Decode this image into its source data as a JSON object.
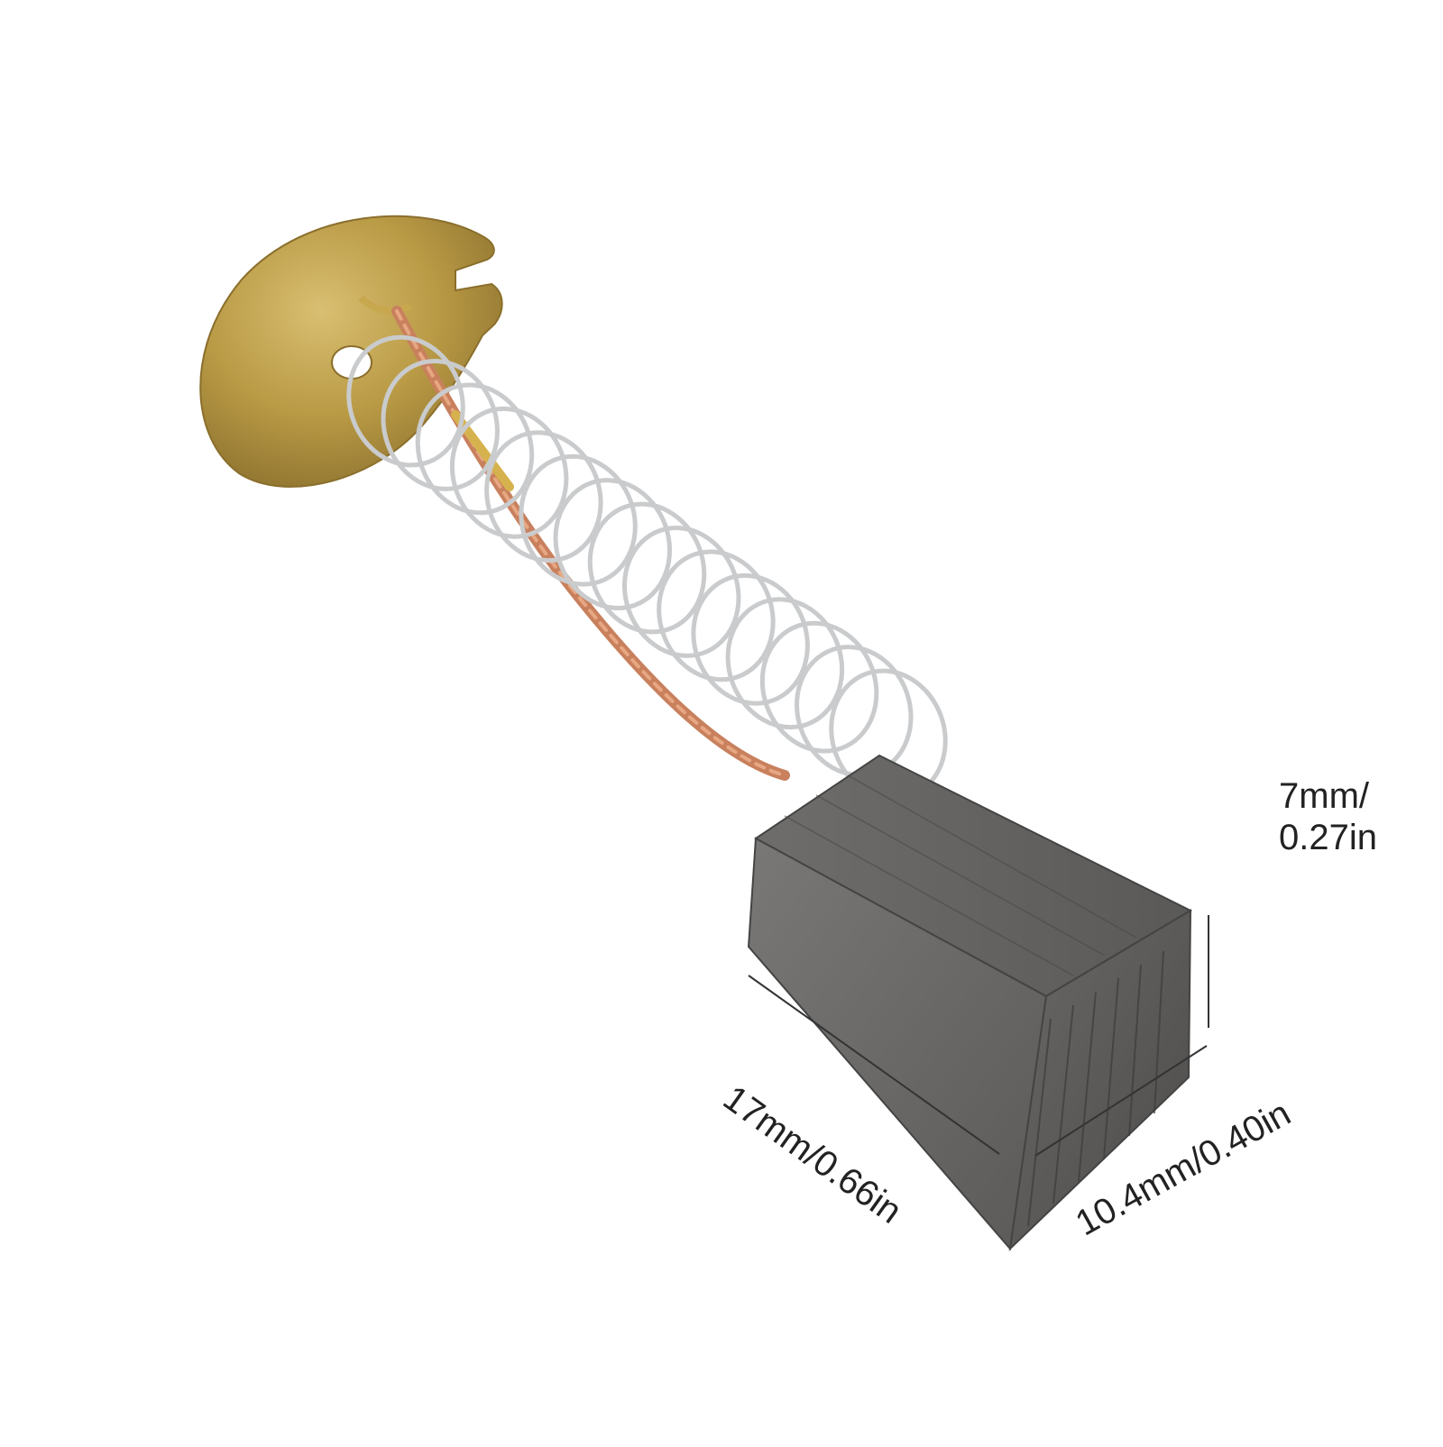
{
  "product": {
    "name": "carbon-brush-with-spring",
    "colors": {
      "background": "#ffffff",
      "brass_plate": "#b99a45",
      "spring_wire": "#c9cbcd",
      "copper_lead": "#c8805d",
      "carbon_block": "#5f5e5c",
      "dimension_line": "#333333"
    }
  },
  "dimensions": {
    "height_line1": "7mm/",
    "height_line2": "0.27in",
    "length": "17mm/0.66in",
    "width": "10.4mm/0.40in"
  }
}
